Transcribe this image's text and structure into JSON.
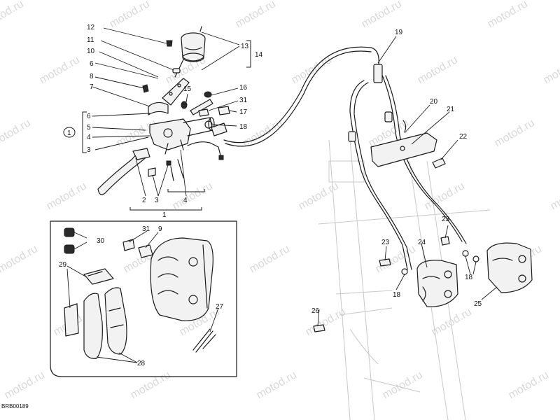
{
  "document_code": "BRB00189",
  "watermark": "motod.ru",
  "callouts": {
    "c1a": "1",
    "c1b": "1",
    "c2": "2",
    "c3a": "3",
    "c3b": "3",
    "c4a": "4",
    "c4b": "4",
    "c5": "5",
    "c6a": "6",
    "c6b": "6",
    "c7": "7",
    "c8": "8",
    "c9": "9",
    "c10": "10",
    "c11": "11",
    "c12": "12",
    "c13": "13",
    "c14": "14",
    "c15": "15",
    "c16": "16",
    "c17": "17",
    "c18a": "18",
    "c18b": "18",
    "c18c": "18",
    "c19": "19",
    "c20": "20",
    "c21": "21",
    "c22": "22",
    "c23a": "23",
    "c23b": "23",
    "c24": "24",
    "c25": "25",
    "c26": "26",
    "c27": "27",
    "c28": "28",
    "c29": "29",
    "c30": "30",
    "c31a": "31",
    "c31b": "31"
  }
}
